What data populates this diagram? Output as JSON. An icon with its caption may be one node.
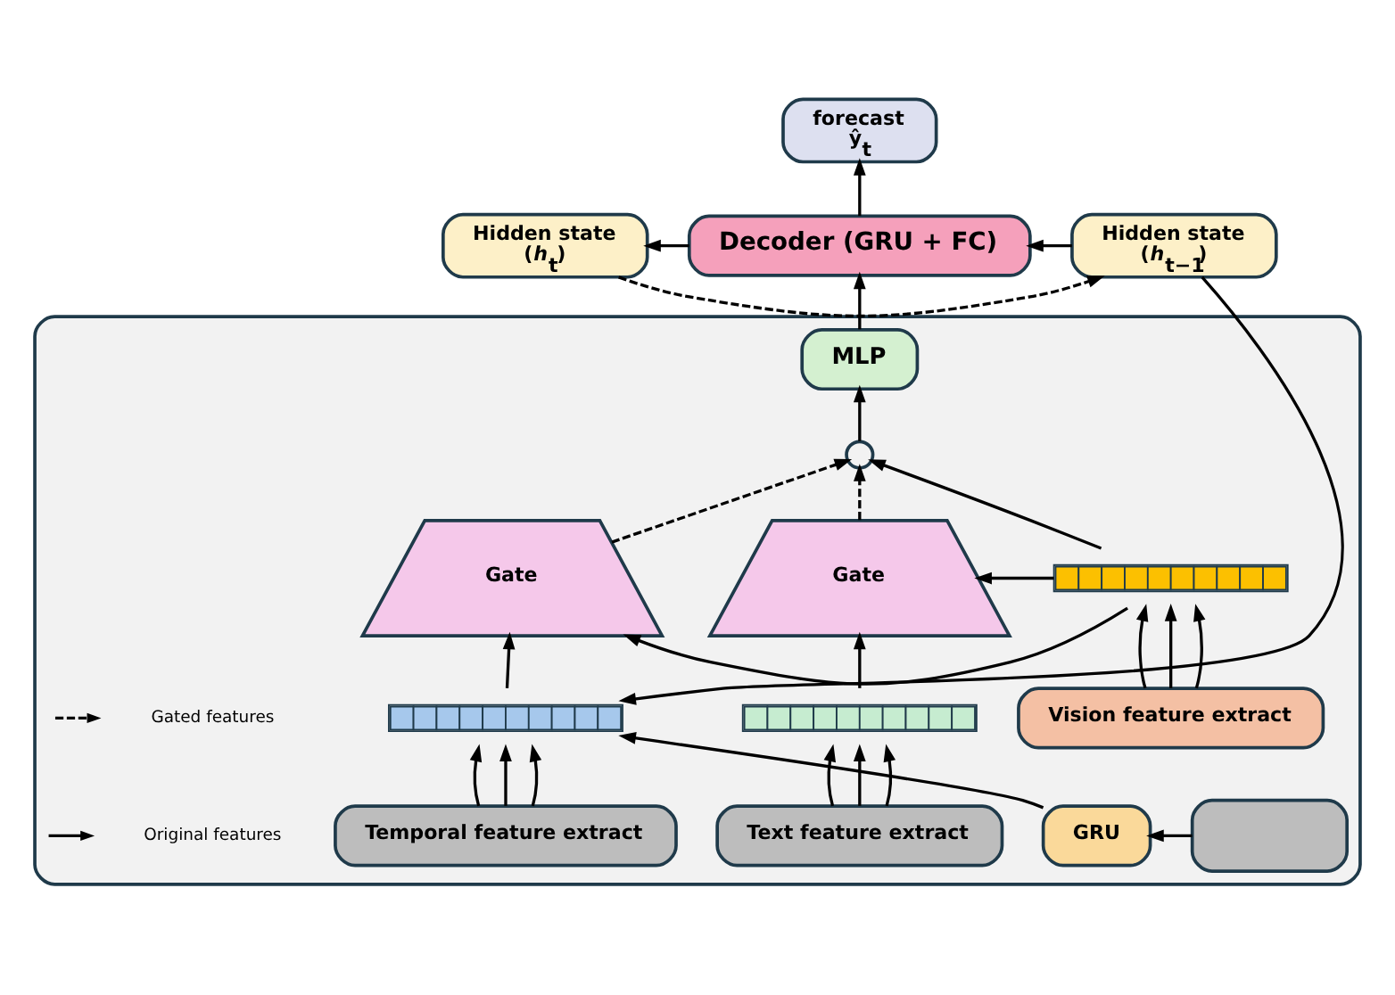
{
  "diagram": {
    "nodes": [
      {
        "text": [
          "forecast",
          "ŷ$_{t}$"
        ]
      },
      {
        "text": [
          "Hidden state",
          "(*h*$_{t}$)"
        ]
      },
      {
        "text": [
          "Decoder (GRU + FC)"
        ]
      },
      {
        "text": [
          "Hidden state",
          "(*h*$_{t−1}$)"
        ]
      },
      {
        "text": [],
        "shape": "box"
      },
      {
        "text": [
          "MLP"
        ],
        "in": 4
      },
      {
        "text": [],
        "shape": "box",
        "in": 4
      },
      {
        "text": [],
        "shape": "circle",
        "in": 4
      },
      {
        "text": [
          "Gate"
        ],
        "in": 4
      },
      {
        "text": [],
        "shape": "bar",
        "in": 4
      },
      {
        "text": [
          "Gate"
        ],
        "in": 4
      },
      {
        "text": [
          "GRU"
        ],
        "in": 4
      },
      {
        "text": [],
        "shape": "bar",
        "in": 4
      },
      {
        "text": [
          "Vision feature extract"
        ],
        "in": 4
      },
      {
        "text": [],
        "shape": "bar",
        "in": 4
      },
      {
        "text": [
          "Text feature extract"
        ],
        "in": 4
      },
      {
        "text": [
          "Temporal feature extract"
        ],
        "in": 4
      }
    ],
    "edges": [
      {
        "from": 15,
        "to": 12,
        "arrow": "to"
      },
      {
        "from": 15,
        "to": 12,
        "arrow": "to"
      },
      {
        "from": 15,
        "to": 12,
        "arrow": "to"
      },
      {
        "from": 12,
        "to": 8,
        "arrow": "to"
      },
      {
        "from": 13,
        "to": 9,
        "arrow": "to"
      },
      {
        "from": 13,
        "to": 9,
        "arrow": "to"
      },
      {
        "from": 13,
        "to": 9,
        "arrow": "to"
      },
      {
        "from": 9,
        "to": 7,
        "arrow": "to"
      },
      {
        "from": 9,
        "to": 8,
        "arrow": "to"
      },
      {
        "from": 9,
        "to": 10,
        "arrow": "to"
      },
      {
        "from": 16,
        "to": 14,
        "arrow": "to"
      },
      {
        "from": 16,
        "to": 14,
        "arrow": "to"
      },
      {
        "from": 16,
        "to": 14,
        "arrow": "to"
      },
      {
        "from": 14,
        "to": 10,
        "arrow": "to"
      },
      {
        "from": 8,
        "to": 7,
        "arrow": "to",
        "style": "dashed"
      },
      {
        "from": 10,
        "to": 7,
        "arrow": "to",
        "style": "dashed"
      },
      {
        "from": 7,
        "to": 5,
        "arrow": "to"
      },
      {
        "from": 5,
        "to": 2,
        "arrow": "to"
      },
      {
        "from": 6,
        "to": 11,
        "arrow": "to"
      },
      {
        "from": 11,
        "to": 14,
        "arrow": "to"
      },
      {
        "from": 3,
        "to": 14,
        "arrow": "to"
      },
      {
        "from": 2,
        "to": 0,
        "arrow": "to"
      },
      {
        "from": 2,
        "to": 1,
        "arrow": "to"
      },
      {
        "from": 3,
        "to": 2,
        "arrow": "to"
      },
      {
        "from": 1,
        "to": 3,
        "arrow": "to",
        "style": "dashed"
      }
    ],
    "legend": [
      {
        "text": "Gated features"
      },
      {
        "text": "Original features"
      }
    ]
  }
}
